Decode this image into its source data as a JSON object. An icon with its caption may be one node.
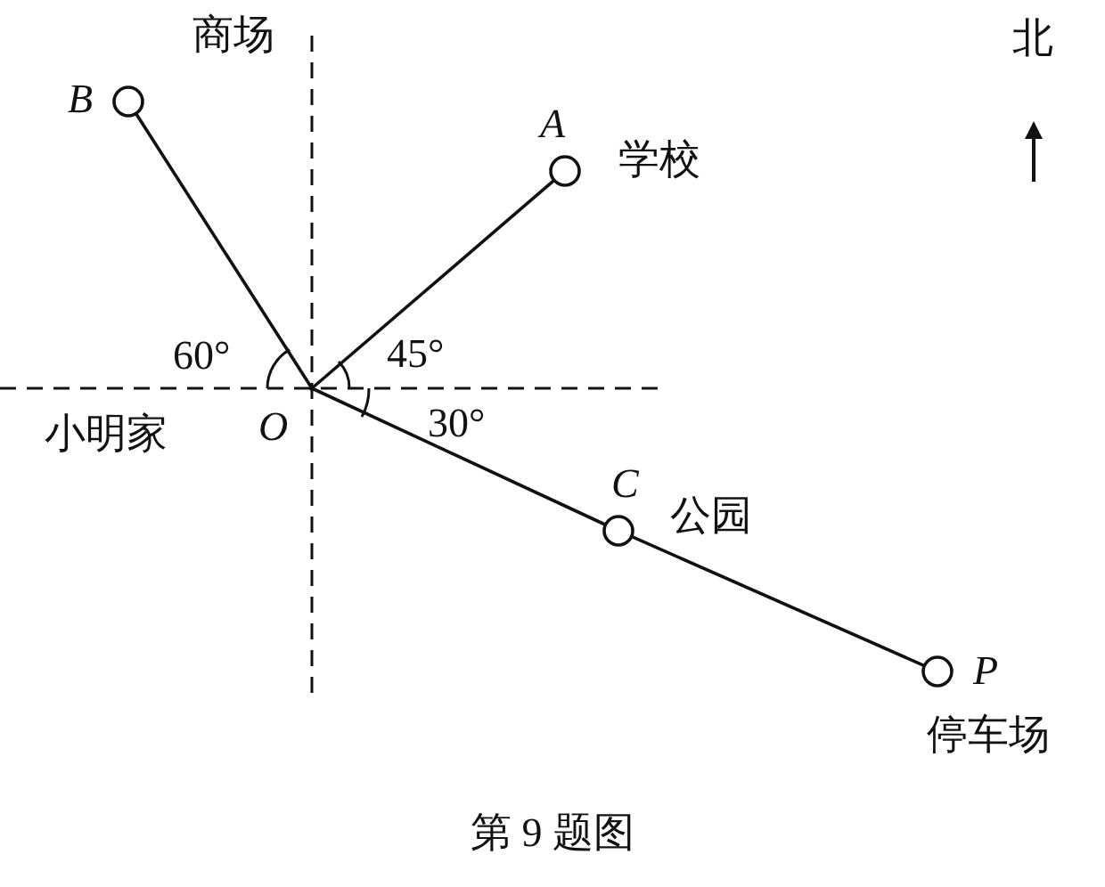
{
  "diagram": {
    "caption": "第 9 题图",
    "nodes": [
      {
        "text": [],
        "shape": "circle",
        "beside": [
          "B",
          "商场"
        ]
      },
      {
        "text": [],
        "shape": "circle",
        "beside": [
          "A",
          "学校"
        ]
      },
      {
        "text": [],
        "shape": "point",
        "beside": [
          "O",
          "小明家"
        ]
      },
      {
        "text": [],
        "shape": "circle",
        "beside": [
          "C",
          "公园"
        ]
      },
      {
        "text": [],
        "shape": "circle",
        "beside": [
          "P",
          "停车场"
        ]
      }
    ],
    "edges": [
      {
        "from": 2,
        "to": 0,
        "arrow": "none"
      },
      {
        "from": 2,
        "to": 1,
        "arrow": "none"
      },
      {
        "from": 2,
        "to": 3,
        "arrow": "none"
      },
      {
        "from": 3,
        "to": 4,
        "arrow": "none"
      }
    ],
    "labels": [
      "北",
      "60°",
      "45°",
      "30°"
    ]
  }
}
